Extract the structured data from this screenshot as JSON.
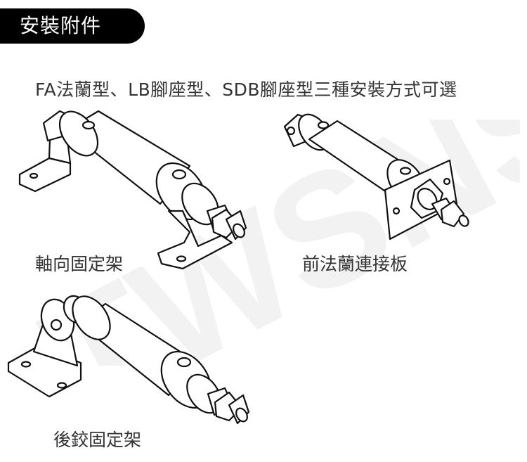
{
  "header": {
    "title": "安裝附件",
    "background": "#000000",
    "text_color": "#ffffff"
  },
  "subtitle": "FA法蘭型、LB腳座型、SDB腳座型三種安裝方式可選",
  "items": [
    {
      "caption": "軸向固定架",
      "icon": "cylinder-foot-bracket"
    },
    {
      "caption": "前法蘭連接板",
      "icon": "cylinder-front-flange"
    },
    {
      "caption": "後鉸固定架",
      "icon": "cylinder-rear-clevis"
    }
  ],
  "watermark": {
    "text": "TWSNS",
    "color": "#f0f0f0"
  }
}
